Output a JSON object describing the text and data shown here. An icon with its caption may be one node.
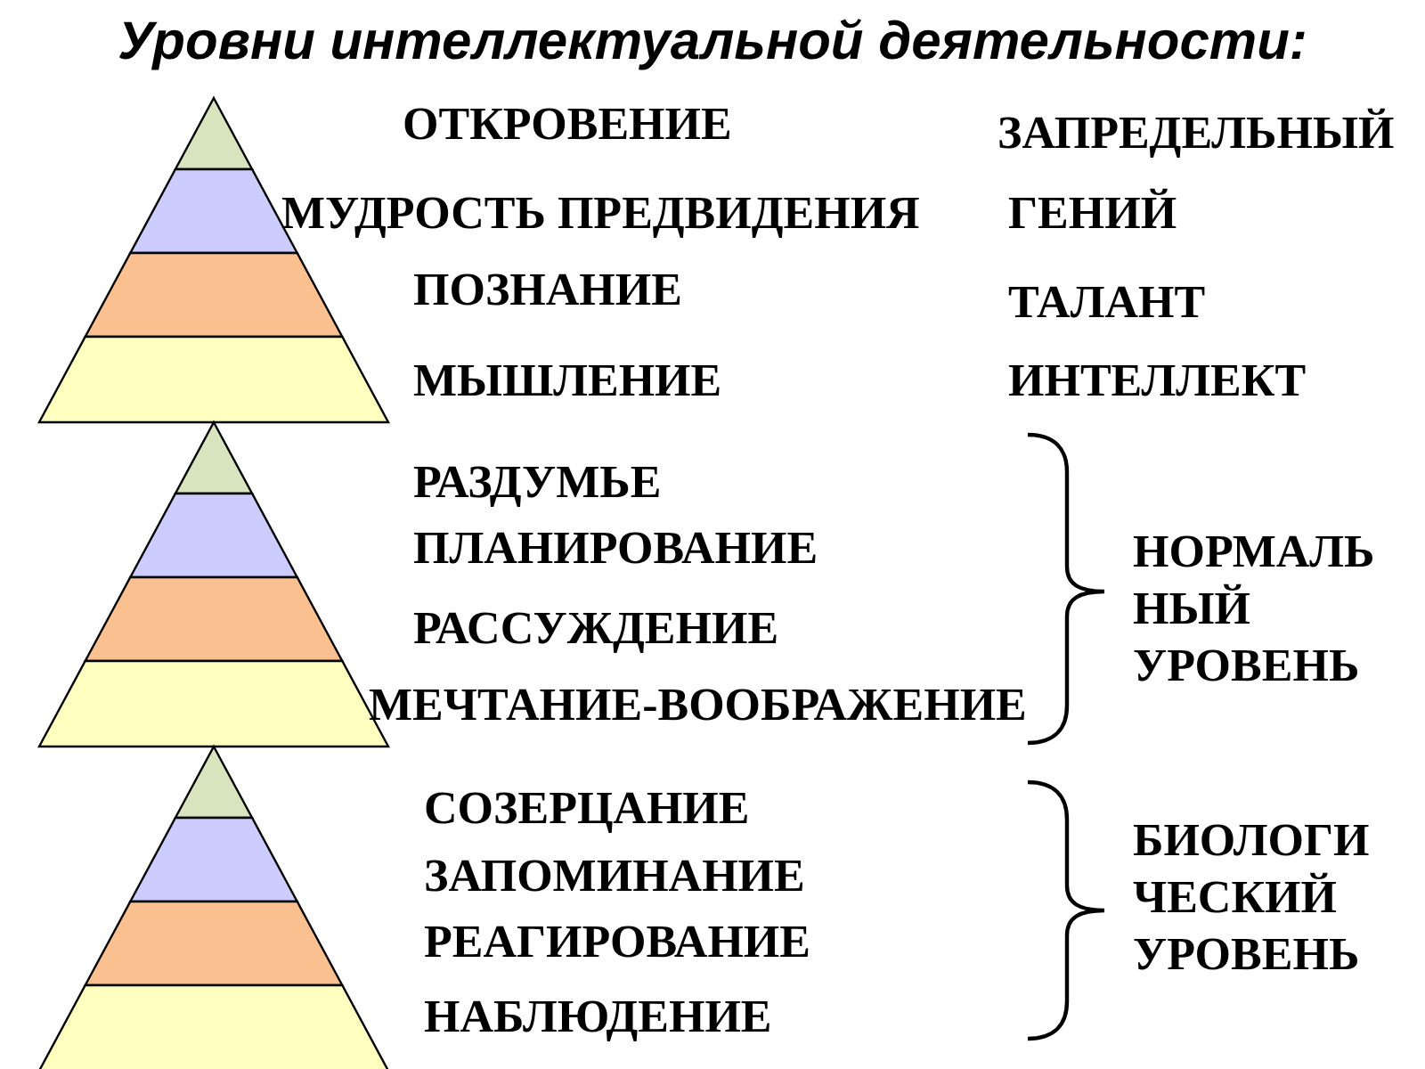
{
  "diagram": {
    "title": "Уровни интеллектуальной деятельности:",
    "labels": [
      "ОТКРОВЕНИЕ",
      "ЗАПРЕДЕЛЬНЫЙ",
      "МУДРОСТЬ ПРЕДВИДЕНИЯ",
      "ГЕНИЙ",
      "ПОЗНАНИЕ",
      "ТАЛАНТ",
      "МЫШЛЕНИЕ",
      "ИНТЕЛЛЕКТ",
      "РАЗДУМЬЕ",
      "ПЛАНИРОВАНИЕ",
      "НОРМАЛЬ НЫЙ УРОВЕНЬ",
      "РАССУЖДЕНИЕ",
      "МЕЧТАНИЕ-ВООБРАЖЕНИЕ",
      "СОЗЕРЦАНИЕ",
      "БИОЛОГИ ЧЕСКИЙ УРОВЕНЬ",
      "ЗАПОМИНАНИЕ",
      "РЕАГИРОВАНИЕ",
      "НАБЛЮДЕНИЕ"
    ]
  }
}
